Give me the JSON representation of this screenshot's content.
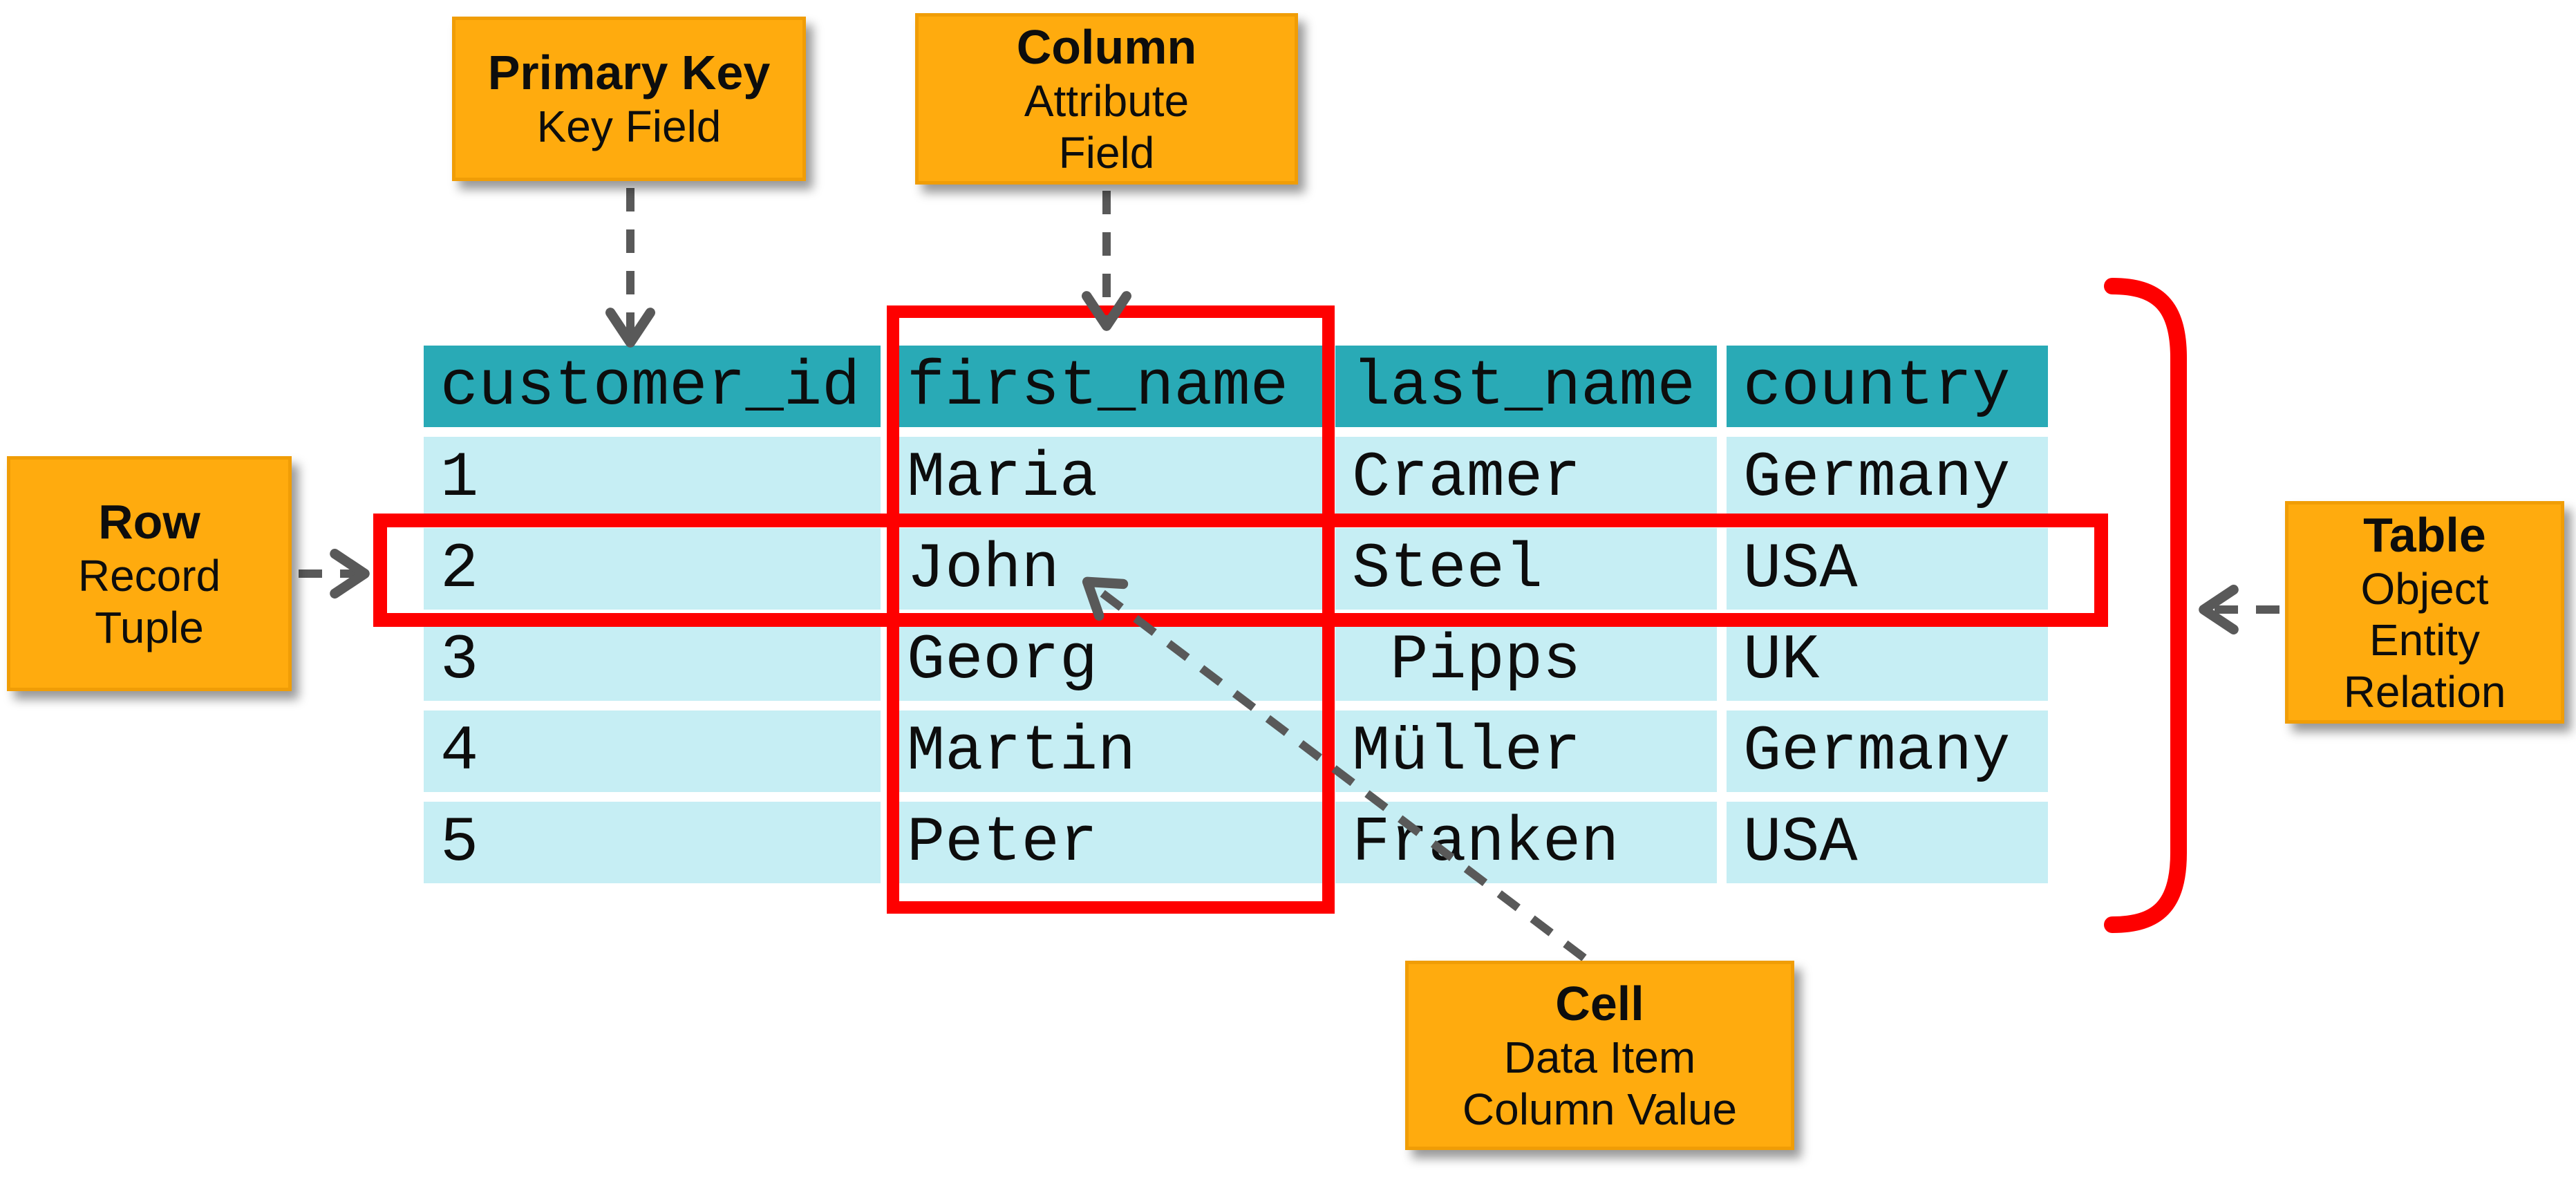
{
  "colors": {
    "orange": "#FFAB0E",
    "orangeBorder": "#F09D06",
    "teal": "#29AAB6",
    "rowCyan": "#C6EEF4",
    "red": "#FE0000",
    "arrowGray": "#595959",
    "text": "#0D0D0D",
    "bg": "#FFFFFF"
  },
  "callouts": {
    "primary_key": {
      "title": "Primary Key",
      "line1": "Key Field"
    },
    "column": {
      "title": "Column",
      "line1": "Attribute",
      "line2": "Field"
    },
    "row": {
      "title": "Row",
      "line1": "Record",
      "line2": "Tuple"
    },
    "table": {
      "title": "Table",
      "line1": "Object",
      "line2": "Entity",
      "line3": "Relation"
    },
    "cell": {
      "title": "Cell",
      "line1": "Data Item",
      "line2": "Column Value"
    }
  },
  "table": {
    "headers": [
      "customer_id",
      "first_name",
      "last_name",
      "country"
    ],
    "rows": [
      [
        "1",
        "Maria",
        "Cramer",
        "Germany"
      ],
      [
        "2",
        "John",
        "Steel",
        "USA"
      ],
      [
        "3",
        "Georg",
        " Pipps",
        "UK"
      ],
      [
        "4",
        "Martin",
        "Müller",
        "Germany"
      ],
      [
        "5",
        "Peter",
        "Franken",
        "USA"
      ]
    ]
  }
}
